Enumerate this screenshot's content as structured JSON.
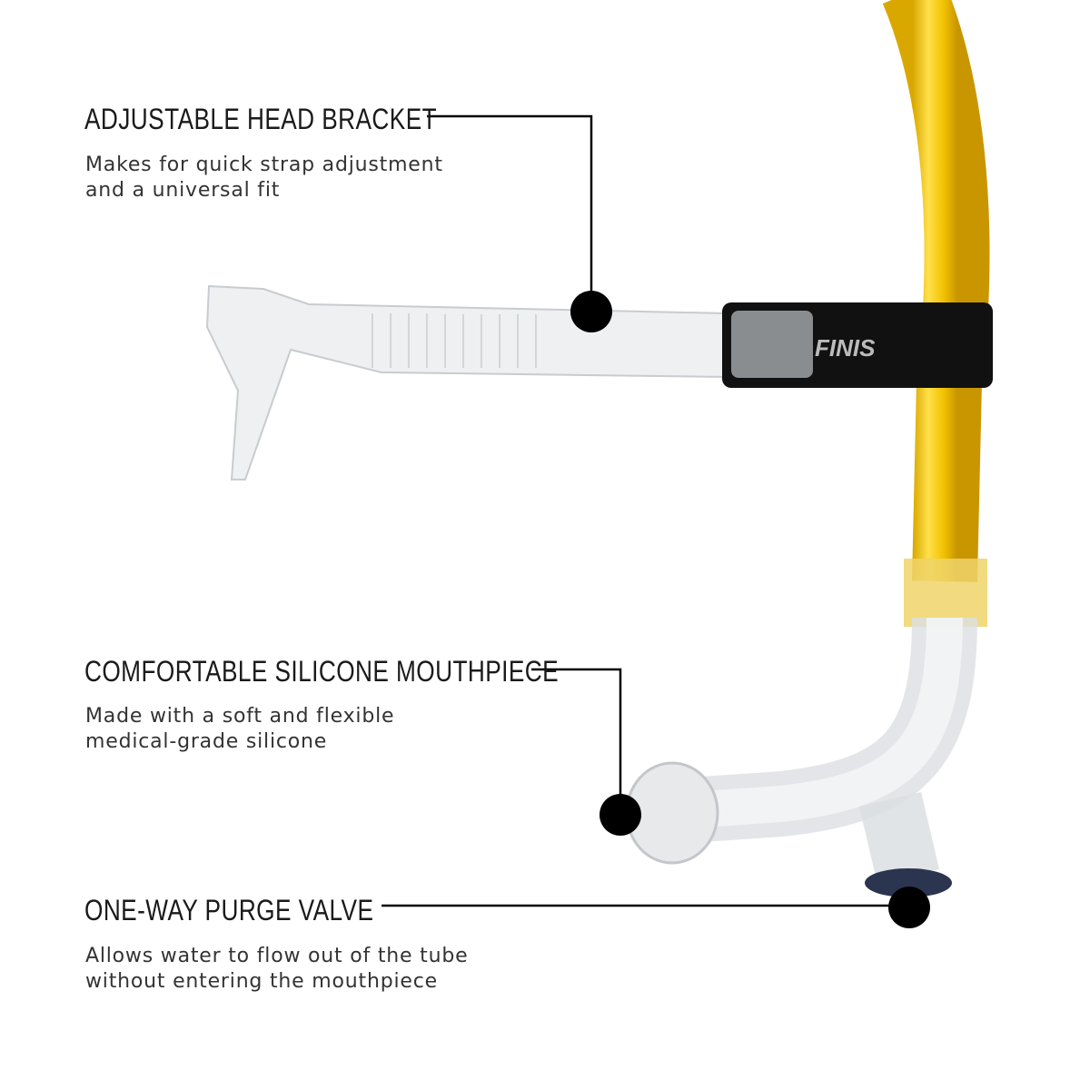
{
  "brand": "FINIS",
  "callouts": [
    {
      "title": "ADJUSTABLE HEAD BRACKET",
      "lines": [
        "Makes for quick strap adjustment",
        "and a universal fit"
      ]
    },
    {
      "title": "COMFORTABLE SILICONE MOUTHPIECE",
      "lines": [
        "Made with a soft and flexible",
        "medical-grade silicone"
      ]
    },
    {
      "title": "ONE-WAY PURGE VALVE",
      "lines": [
        "Allows water to flow out of the tube",
        "without entering the mouthpiece"
      ]
    }
  ],
  "colors": {
    "tube": "#f2c200",
    "clip": "#111111",
    "line": "#000000"
  }
}
